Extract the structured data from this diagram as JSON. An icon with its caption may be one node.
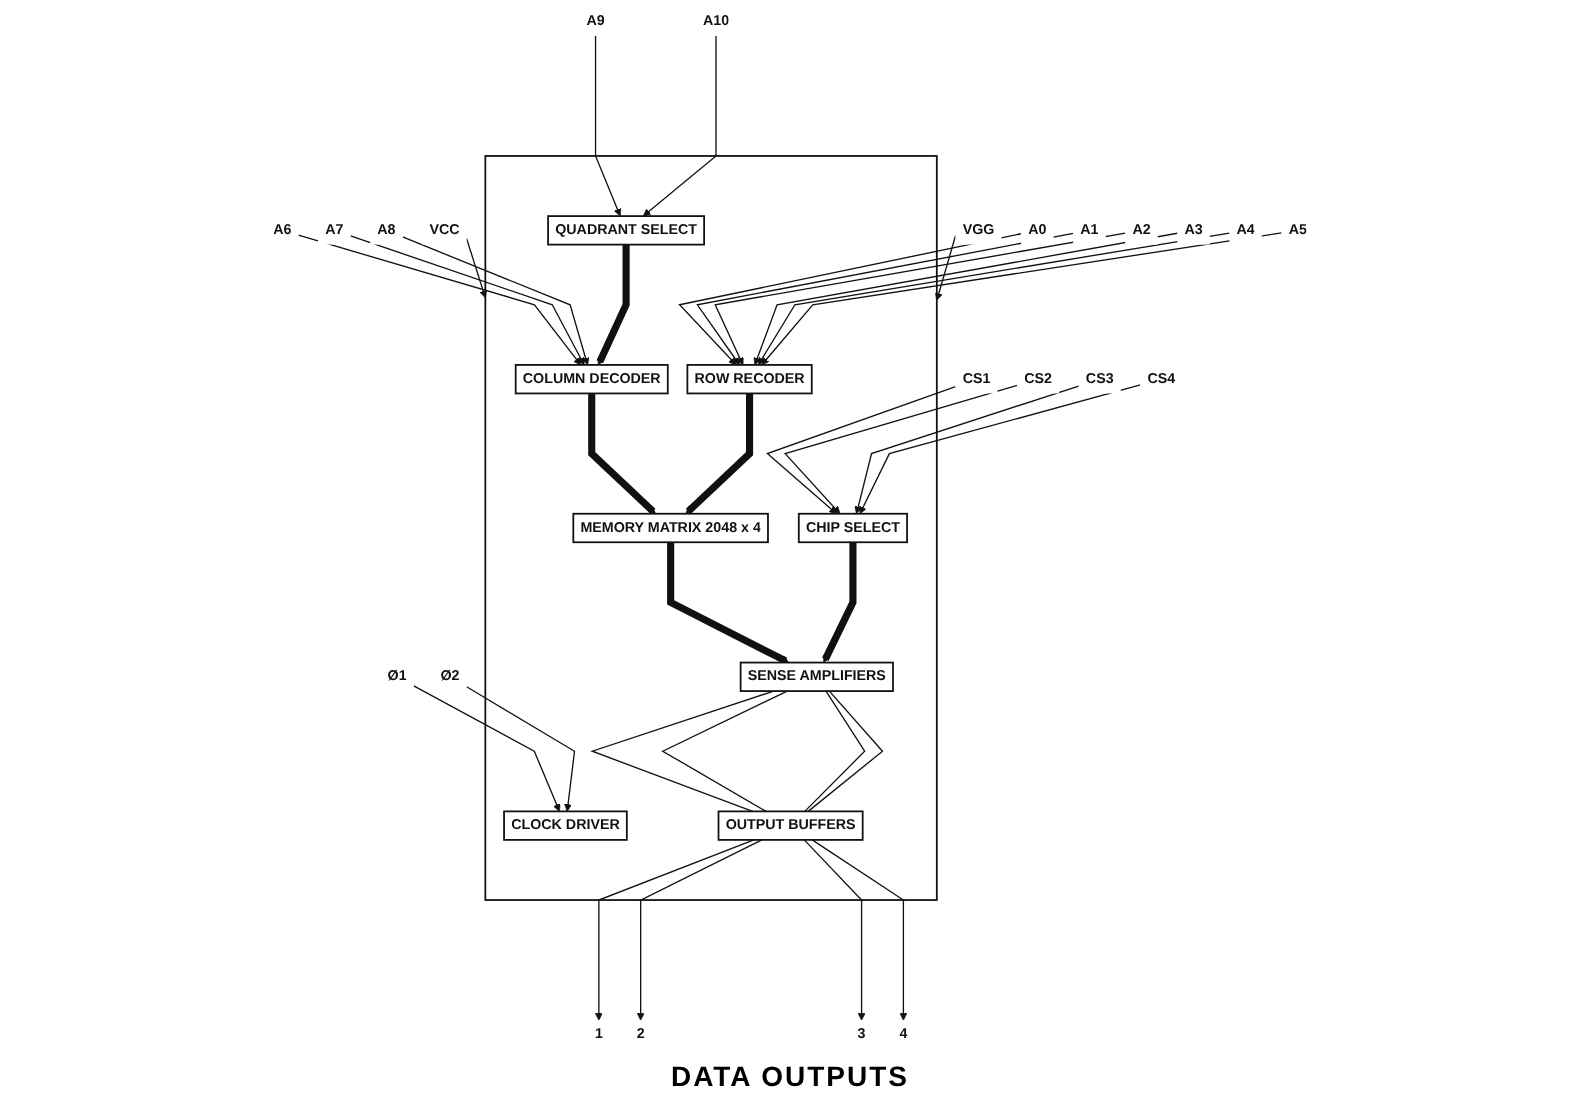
{
  "diagram": {
    "nodes": [
      {
        "text": [],
        "shape": "box"
      },
      {
        "text": [
          "A6"
        ]
      },
      {
        "text": [
          "A7"
        ]
      },
      {
        "text": [
          "A8"
        ]
      },
      {
        "text": [
          "A9"
        ]
      },
      {
        "text": [
          "A10"
        ]
      },
      {
        "text": [
          "COLUMN DECODER"
        ],
        "in": 0
      },
      {
        "text": [
          "QUADRANT SELECT"
        ],
        "in": 0
      },
      {
        "text": [
          "A0"
        ]
      },
      {
        "text": [
          "A1"
        ]
      },
      {
        "text": [
          "A2"
        ]
      },
      {
        "text": [
          "A3"
        ]
      },
      {
        "text": [
          "A4"
        ]
      },
      {
        "text": [
          "A5"
        ]
      },
      {
        "text": [
          "ROW RECODER"
        ],
        "in": 0
      },
      {
        "text": [
          "MEMORY MATRIX 2048 x 4"
        ],
        "in": 0
      },
      {
        "text": [
          "CS1"
        ]
      },
      {
        "text": [
          "CS2"
        ]
      },
      {
        "text": [
          "CS3"
        ]
      },
      {
        "text": [
          "CS4"
        ]
      },
      {
        "text": [
          "CHIP SELECT"
        ],
        "in": 0
      },
      {
        "text": [
          "SENSE AMPLIFIERS"
        ],
        "in": 0
      },
      {
        "text": [
          "CLOCK DRIVER"
        ],
        "in": 0
      },
      {
        "text": [
          "Ø1"
        ]
      },
      {
        "text": [
          "Ø2"
        ]
      },
      {
        "text": [
          "VCC"
        ]
      },
      {
        "text": [
          "VGG"
        ]
      },
      {
        "text": [
          "OUTPUT BUFFERS"
        ],
        "in": 0
      },
      {
        "text": [
          "1"
        ]
      },
      {
        "text": [
          "2"
        ]
      },
      {
        "text": [
          "3"
        ]
      },
      {
        "text": [
          "4"
        ]
      }
    ],
    "edges": [
      {
        "from": 1,
        "to": 6,
        "arrow": "to"
      },
      {
        "from": 2,
        "to": 6,
        "arrow": "to"
      },
      {
        "from": 3,
        "to": 6,
        "arrow": "to"
      },
      {
        "from": 4,
        "to": 7,
        "arrow": "to"
      },
      {
        "from": 5,
        "to": 7,
        "arrow": "to"
      },
      {
        "from": 7,
        "to": 6,
        "arrow": "to",
        "style": "thick"
      },
      {
        "from": 6,
        "to": 15,
        "arrow": "to",
        "style": "thick"
      },
      {
        "from": 8,
        "to": 14,
        "arrow": "to"
      },
      {
        "from": 9,
        "to": 14,
        "arrow": "to"
      },
      {
        "from": 10,
        "to": 14,
        "arrow": "to"
      },
      {
        "from": 11,
        "to": 14,
        "arrow": "to"
      },
      {
        "from": 12,
        "to": 14,
        "arrow": "to"
      },
      {
        "from": 13,
        "to": 14,
        "arrow": "to"
      },
      {
        "from": 14,
        "to": 15,
        "arrow": "to",
        "style": "thick"
      },
      {
        "from": 15,
        "to": 21,
        "arrow": "to",
        "style": "thick"
      },
      {
        "from": 16,
        "to": 20,
        "arrow": "to"
      },
      {
        "from": 17,
        "to": 20,
        "arrow": "to"
      },
      {
        "from": 18,
        "to": 20,
        "arrow": "to"
      },
      {
        "from": 19,
        "to": 20,
        "arrow": "to"
      },
      {
        "from": 20,
        "to": 21,
        "arrow": "to",
        "style": "thick"
      },
      {
        "from": 23,
        "to": 22,
        "arrow": "to"
      },
      {
        "from": 24,
        "to": 22,
        "arrow": "to"
      },
      {
        "from": 25,
        "to": 0,
        "arrow": "to"
      },
      {
        "from": 26,
        "to": 0,
        "arrow": "to"
      },
      {
        "from": 21,
        "to": 27,
        "arrow": "none"
      },
      {
        "from": 21,
        "to": 27,
        "arrow": "none"
      },
      {
        "from": 21,
        "to": 27,
        "arrow": "none"
      },
      {
        "from": 21,
        "to": 27,
        "arrow": "none"
      },
      {
        "from": 27,
        "to": 28,
        "arrow": "to"
      },
      {
        "from": 27,
        "to": 29,
        "arrow": "to"
      },
      {
        "from": 27,
        "to": 30,
        "arrow": "to"
      },
      {
        "from": 27,
        "to": 31,
        "arrow": "to"
      }
    ],
    "labels": [
      "DATA OUTPUTS"
    ]
  }
}
